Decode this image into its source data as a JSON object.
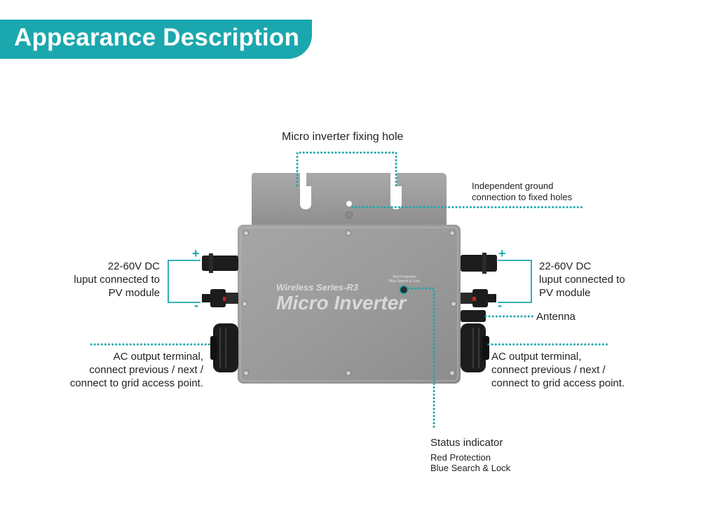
{
  "header": {
    "title": "Appearance Description"
  },
  "device": {
    "series": "Wireless Series-R3",
    "name": "Micro Inverter",
    "led_caption_1": "Red Protection",
    "led_caption_2": "Blue Search & Lock"
  },
  "labels": {
    "fixing_hole": "Micro inverter fixing hole",
    "ground_1": "Independent ground",
    "ground_2": "connection to fixed holes",
    "dc_left_1": "22-60V DC",
    "dc_left_2": "luput connected to",
    "dc_left_3": "PV module",
    "dc_right_1": "22-60V DC",
    "dc_right_2": "luput connected to",
    "dc_right_3": "PV module",
    "antenna": "Antenna",
    "ac_left_1": "AC output terminal,",
    "ac_left_2": "connect previous / next /",
    "ac_left_3": "connect to grid access point.",
    "ac_right_1": "AC output terminal,",
    "ac_right_2": "connect previous / next /",
    "ac_right_3": "connect to grid access point.",
    "status_title": "Status indicator",
    "status_red": "Red Protection",
    "status_blue": "Blue Search & Lock",
    "plus": "+",
    "minus": "-"
  },
  "colors": {
    "accent": "#1aa7ae",
    "body": "#9a9a9a",
    "cable": "#1c1c1c"
  }
}
